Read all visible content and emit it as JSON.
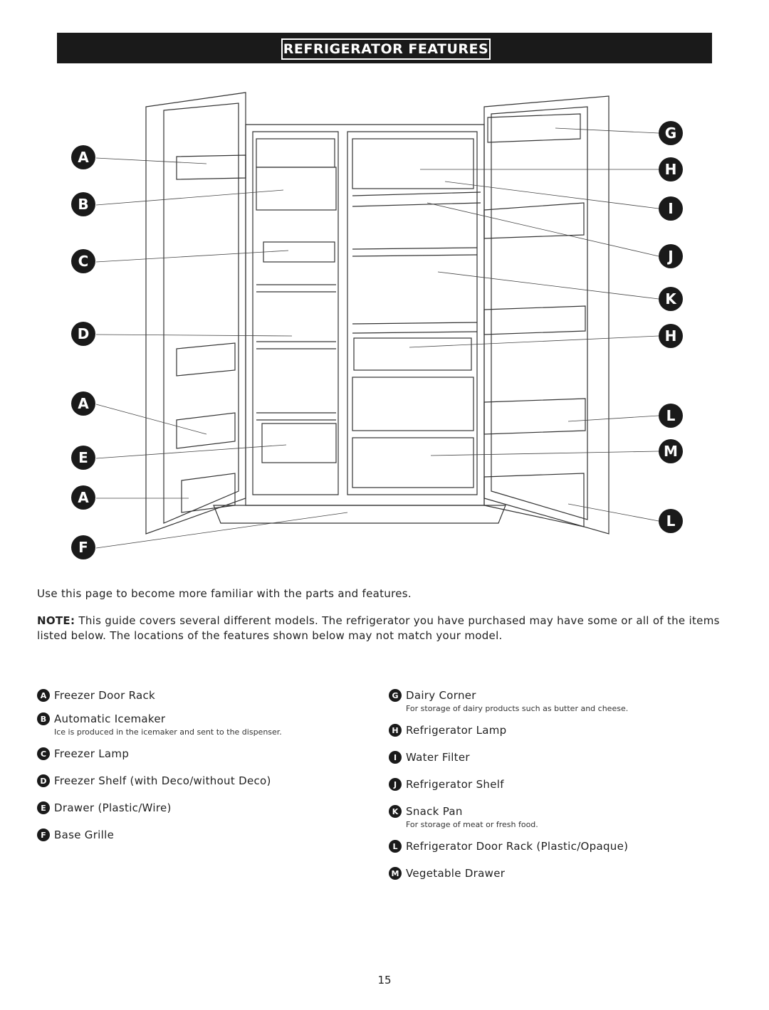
{
  "header": {
    "title": "REFRIGERATOR FEATURES"
  },
  "callouts": {
    "left": [
      "A",
      "B",
      "C",
      "D",
      "A",
      "E",
      "A",
      "F"
    ],
    "right": [
      "G",
      "H",
      "I",
      "J",
      "K",
      "H",
      "L",
      "M",
      "L"
    ]
  },
  "intro": "Use this page to become more familiar with the parts and features.",
  "note": {
    "label": "NOTE:",
    "text": "This guide covers several different models. The refrigerator you have purchased may have some or all of the items listed below. The locations of the features shown below may not match your model."
  },
  "features_left": [
    {
      "letter": "A",
      "label": "Freezer Door Rack",
      "desc": ""
    },
    {
      "letter": "B",
      "label": "Automatic Icemaker",
      "desc": "Ice is produced in the icemaker and sent to the dispenser."
    },
    {
      "letter": "C",
      "label": "Freezer Lamp",
      "desc": ""
    },
    {
      "letter": "D",
      "label": "Freezer Shelf (with Deco/without Deco)",
      "desc": ""
    },
    {
      "letter": "E",
      "label": "Drawer (Plastic/Wire)",
      "desc": ""
    },
    {
      "letter": "F",
      "label": "Base Grille",
      "desc": ""
    }
  ],
  "features_right": [
    {
      "letter": "G",
      "label": "Dairy Corner",
      "desc": "For storage of dairy products such as butter and cheese."
    },
    {
      "letter": "H",
      "label": "Refrigerator Lamp",
      "desc": ""
    },
    {
      "letter": "I",
      "label": "Water Filter",
      "desc": ""
    },
    {
      "letter": "J",
      "label": "Refrigerator Shelf",
      "desc": ""
    },
    {
      "letter": "K",
      "label": "Snack Pan",
      "desc": "For storage of meat or fresh food."
    },
    {
      "letter": "L",
      "label": "Refrigerator Door Rack (Plastic/Opaque)",
      "desc": ""
    },
    {
      "letter": "M",
      "label": "Vegetable Drawer",
      "desc": ""
    }
  ],
  "page_number": "15"
}
